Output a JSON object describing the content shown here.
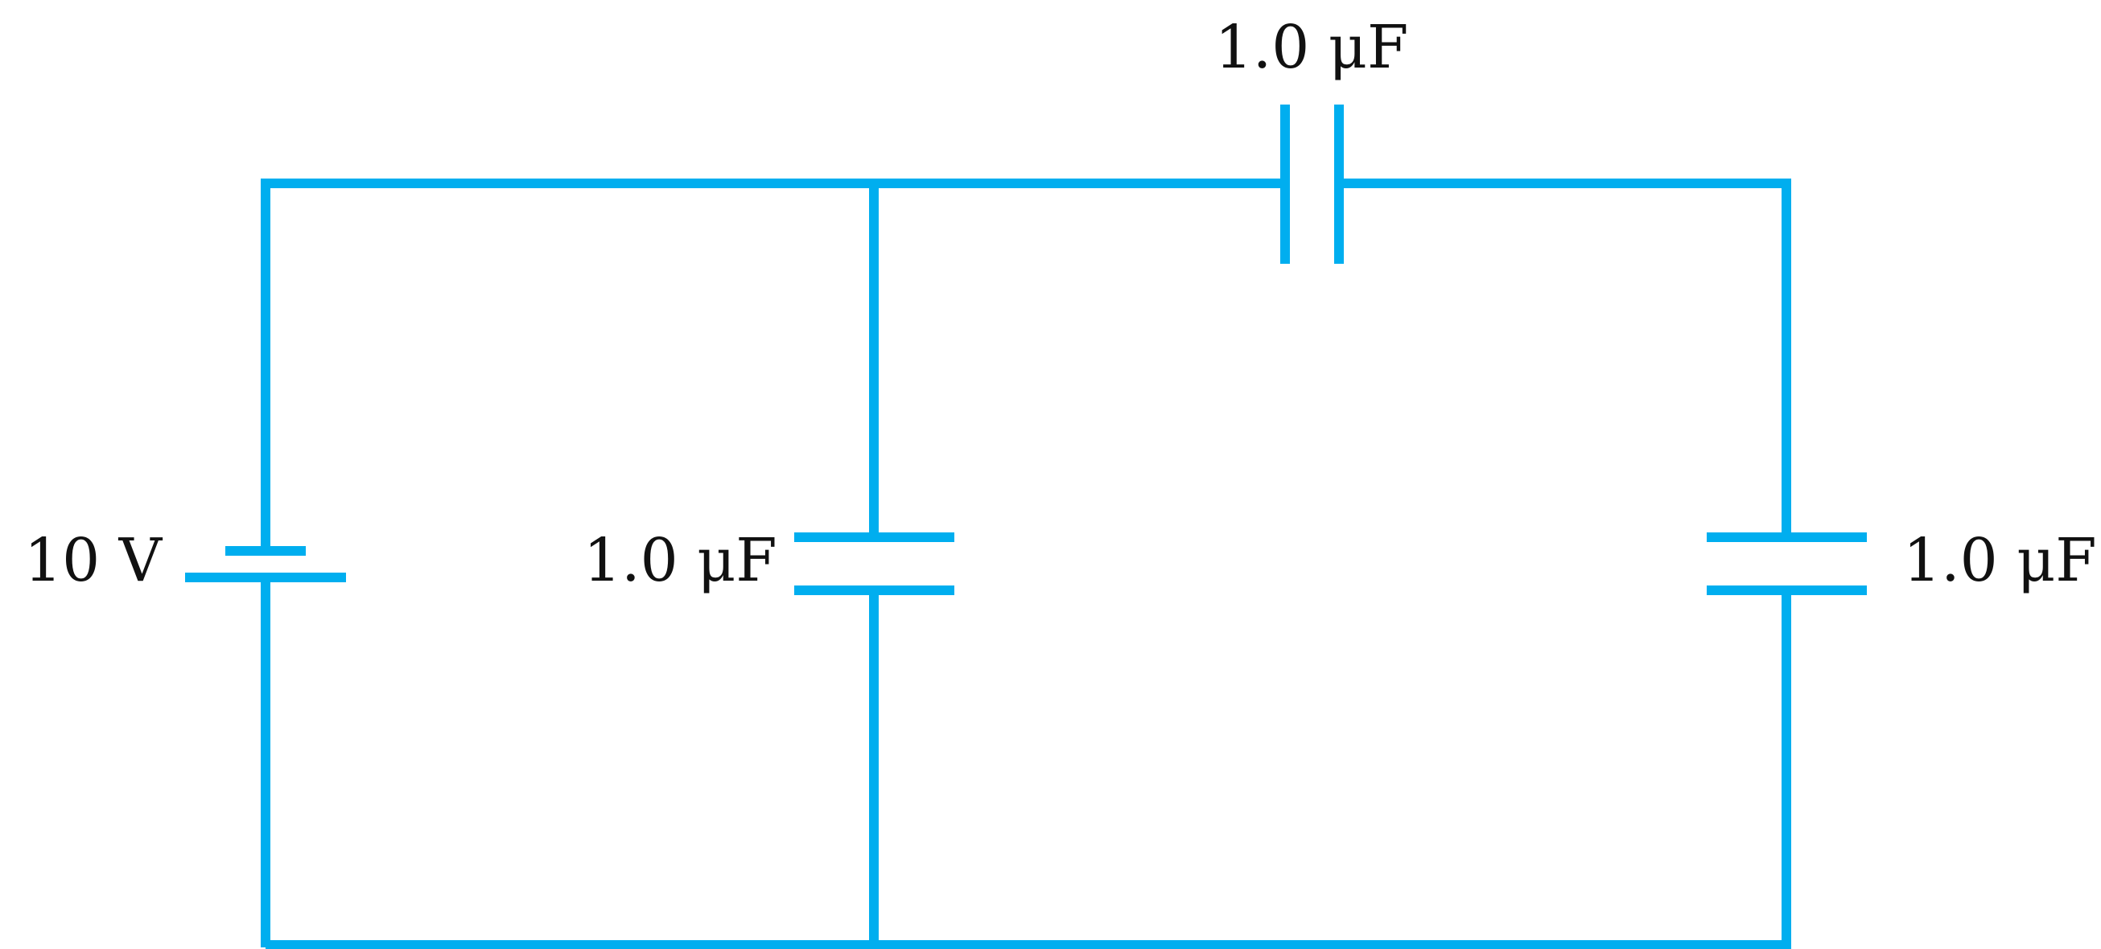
{
  "colors": {
    "wire": "#00AEEF",
    "text": "#111111",
    "background": "#ffffff"
  },
  "battery": {
    "label": "10 V"
  },
  "capacitors": {
    "top": {
      "label": "1.0 μF"
    },
    "middle": {
      "label": "1.0 μF"
    },
    "right": {
      "label": "1.0 μF"
    }
  }
}
